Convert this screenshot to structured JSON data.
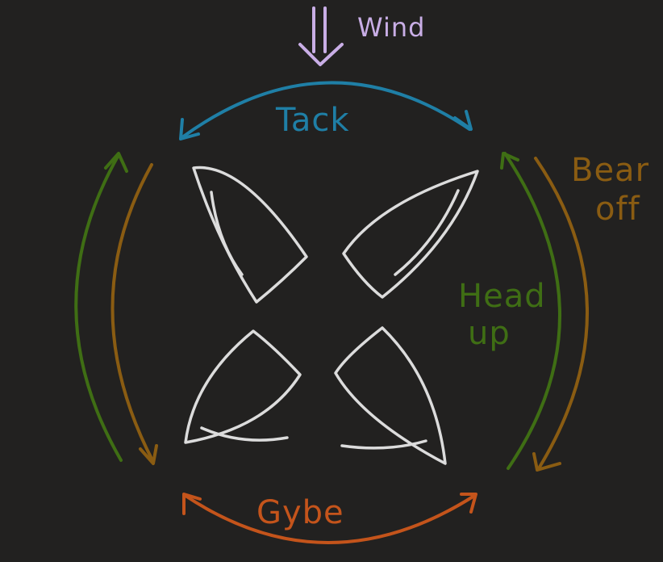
{
  "labels": {
    "wind": "Wind",
    "tack": "Tack",
    "bear_off_line1": "Bear",
    "bear_off_line2": "off",
    "head_up_line1": "Head",
    "head_up_line2": "up",
    "gybe": "Gybe"
  },
  "colors": {
    "background": "#222120",
    "wind": "#c9aee6",
    "tack": "#1f7fa6",
    "bear_off": "#8a5c12",
    "head_up": "#3f6e14",
    "gybe": "#c4541b",
    "sail": "#dcdcdc"
  }
}
